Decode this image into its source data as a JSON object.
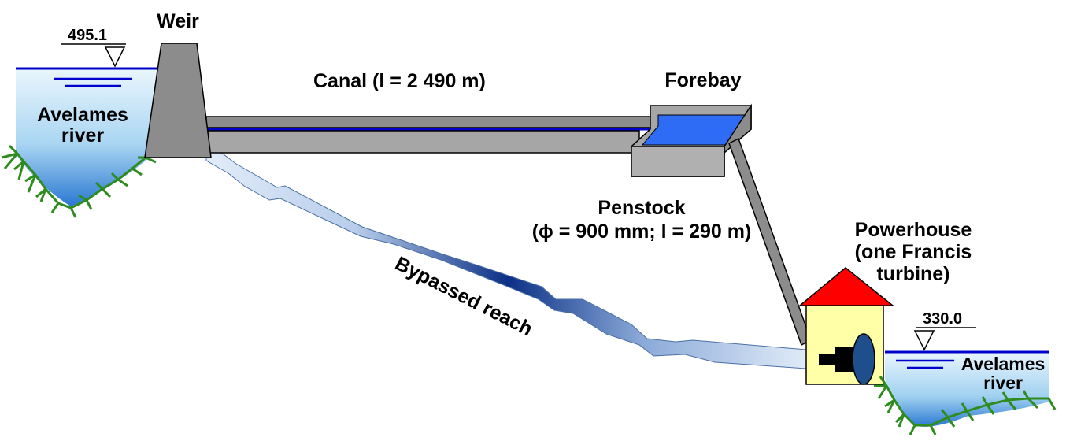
{
  "labels": {
    "weir": "Weir",
    "canal": "Canal (l = 2 490 m)",
    "forebay": "Forebay",
    "penstock_line1": "Penstock",
    "penstock_line2": "(ϕ = 900 mm; l = 290 m)",
    "powerhouse_line1": "Powerhouse",
    "powerhouse_line2": "(one Francis",
    "powerhouse_line3": "turbine)",
    "bypassed_reach": "Bypassed reach",
    "upstream_river_line1": "Avelames",
    "upstream_river_line2": "river",
    "downstream_river_line1": "Avelames",
    "downstream_river_line2": "river",
    "upstream_elevation": "495.1",
    "downstream_elevation": "330.0"
  },
  "colors": {
    "water_surface": "#0000cc",
    "water_light": "#dff0fb",
    "water_mid": "#8fc3ea",
    "water_deep": "#1f6fd0",
    "bypass_light": "#dde9f7",
    "bypass_dark": "#0b2f85",
    "concrete": "#a0a0a0",
    "concrete_dark": "#7f7f7f",
    "forebay_water": "#2e6cf6",
    "grass": "#2e8b1e",
    "powerhouse_wall": "#ffffa8",
    "powerhouse_roof": "#ff0000",
    "turbine": "#1f4e8c",
    "generator": "#000000",
    "penstock": "#8c8c8c"
  }
}
